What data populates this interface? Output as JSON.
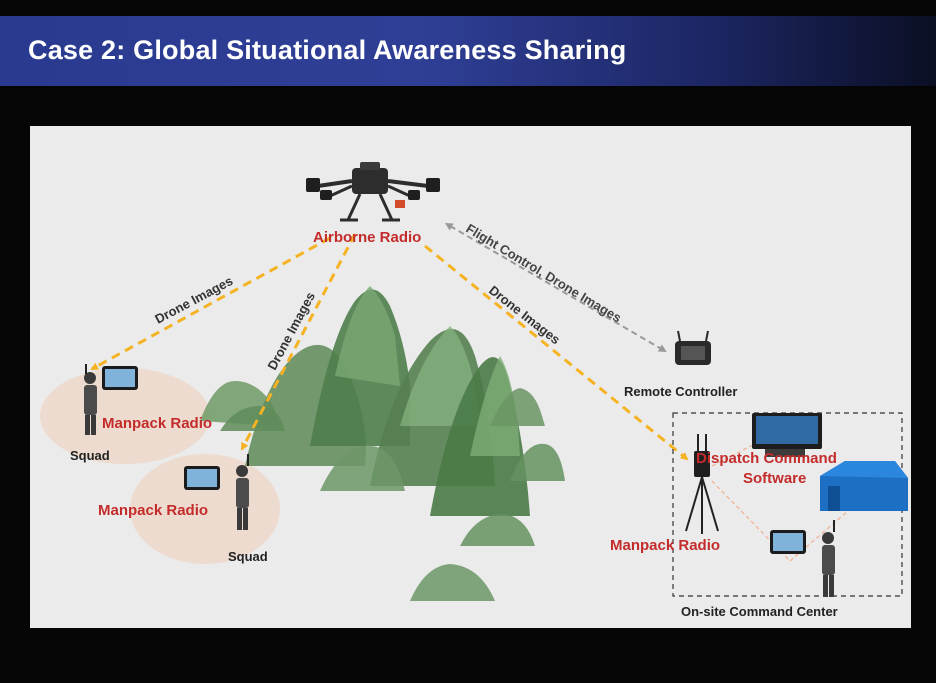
{
  "header": {
    "title": "Case 2: Global Situational Awareness Sharing"
  },
  "diagram": {
    "nodes": {
      "airborne_radio": "Airborne Radio",
      "remote_controller": "Remote Controller",
      "manpack_radio_1": "Manpack Radio",
      "squad_1": "Squad",
      "manpack_radio_2": "Manpack Radio",
      "squad_2": "Squad",
      "dispatch_software_line1": "Dispatch Command",
      "dispatch_software_line2": "Software",
      "manpack_radio_3": "Manpack Radio",
      "command_center": "On-site Command Center"
    },
    "edges": {
      "to_squad_1": "Drone Images",
      "to_squad_2": "Drone Images",
      "to_command_center": "Drone Images",
      "to_remote_controller": "Flight Control, Drone Images"
    }
  },
  "colors": {
    "title_bar": "#2a3a8f",
    "link_arrow": "#f5b324",
    "control_arrow": "#9a9a9a",
    "radio_label": "#c42c2c",
    "squad_zone": "#efd3c3",
    "mountains": "#5e8f58"
  }
}
